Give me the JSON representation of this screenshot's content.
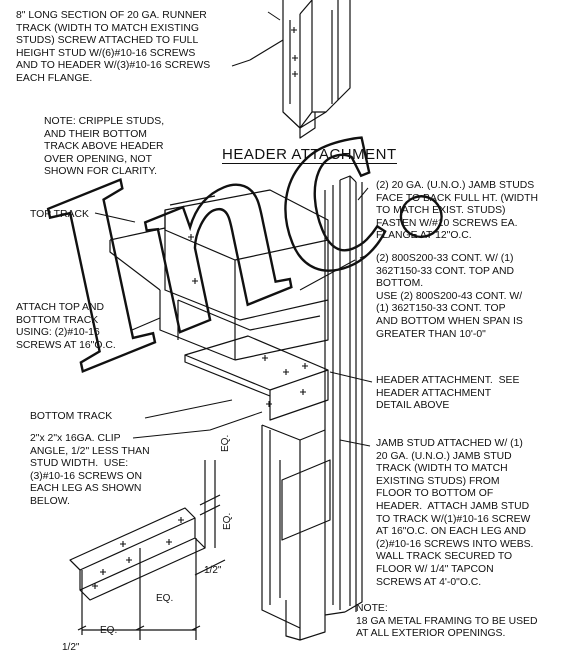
{
  "drawing": {
    "title": "HEADER ATTACHMENT",
    "notes": {
      "runner_track": "8\" LONG SECTION OF 20 GA. RUNNER\nTRACK (WIDTH TO MATCH EXISTING\nSTUDS) SCREW ATTACHED TO FULL\nHEIGHT STUD W/(6)#10-16 SCREWS\nAND TO HEADER W/(3)#10-16 SCREWS\nEACH FLANGE.",
      "cripple_studs": "NOTE: CRIPPLE STUDS,\nAND THEIR BOTTOM\nTRACK ABOVE HEADER\nOVER OPENING, NOT\nSHOWN FOR CLARITY.",
      "jamb_studs": "(2) 20 GA. (U.N.O.) JAMB STUDS\nFACE TO BACK FULL HT. (WIDTH\nTO MATCH EXIST. STUDS)\nFASTEN W/#10 SCREWS EA.\nFLANGE AT 12\"O.C.",
      "header_members": "(2) 800S200-33 CONT. W/ (1)\n362T150-33 CONT. TOP AND\nBOTTOM.\nUSE (2) 800S200-43 CONT. W/\n(1) 362T150-33 CONT. TOP\nAND BOTTOM WHEN SPAN IS\nGREATER THAN 10'-0\"",
      "top_track": "TOP TRACK",
      "attach_track": "ATTACH TOP AND\nBOTTOM TRACK\nUSING: (2)#10-16\nSCREWS AT 16\"O.C.",
      "header_attachment_ref": "HEADER ATTACHMENT.  SEE\nHEADER ATTACHMENT\nDETAIL ABOVE",
      "bottom_track": "BOTTOM TRACK",
      "clip_angle": "2\"x 2\"x 16GA. CLIP\nANGLE, 1/2\" LESS THAN\nSTUD WIDTH.  USE:\n(3)#10-16 SCREWS ON\nEACH LEG AS SHOWN\nBELOW.",
      "jamb_attach": "JAMB STUD ATTACHED W/ (1)\n20 GA. (U.N.O.) JAMB STUD\nTRACK (WIDTH TO MATCH\nEXISTING STUDS) FROM\nFLOOR TO BOTTOM OF\nHEADER.  ATTACH JAMB STUD\nTO TRACK W/(1)#10-16 SCREW\nAT 16\"O.C. ON EACH LEG AND\n(2)#10-16 SCREWS INTO WEBS.\nWALL TRACK SECURED TO\nFLOOR W/ 1/4\" TAPCON\nSCREWS AT 4'-0\"O.C.",
      "exterior_note": "NOTE:\n18 GA METAL FRAMING TO BE USED\nAT ALL EXTERIOR OPENINGS."
    },
    "dimensions": {
      "eq": "EQ.",
      "half_inch": "1/2\""
    },
    "watermark": "Inc."
  }
}
